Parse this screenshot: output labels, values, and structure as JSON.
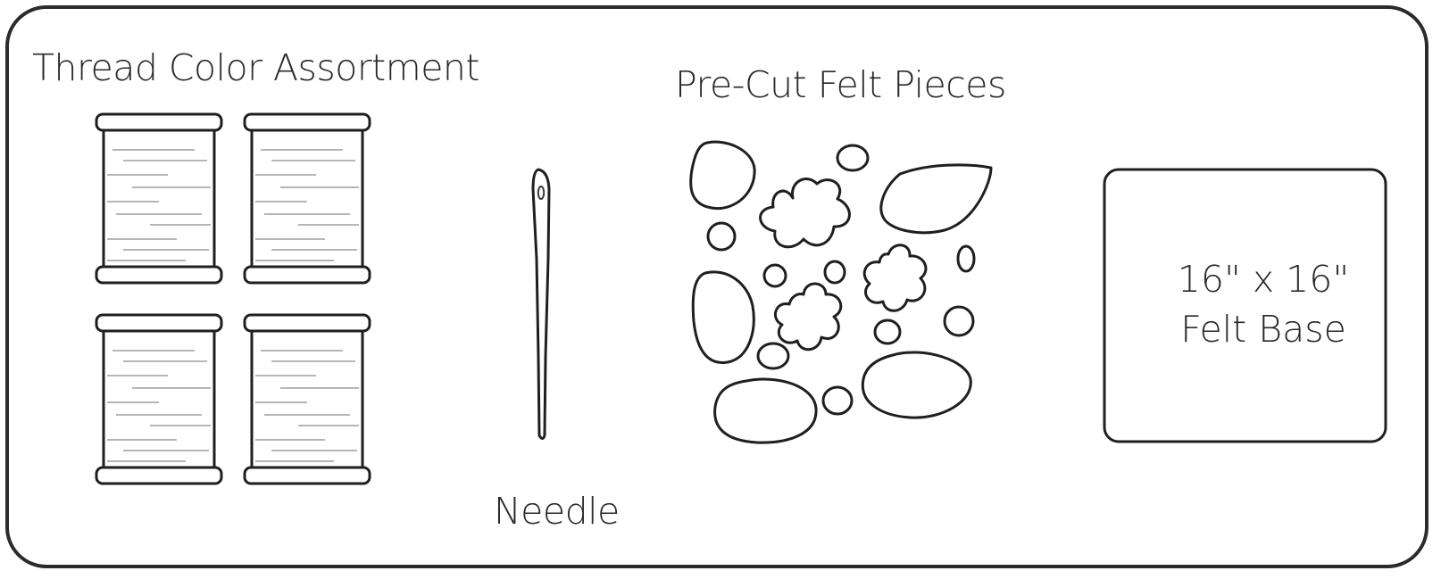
{
  "labels": {
    "thread_assortment": "Thread Color Assortment",
    "felt_pieces": "Pre-Cut Felt Pieces",
    "needle": "Needle",
    "felt_base_line1": "16\" x 16\"",
    "felt_base_line2": "Felt Base"
  },
  "spool_count": 4,
  "colors": {
    "ink": "#1f1f1f",
    "background": "#ffffff"
  }
}
